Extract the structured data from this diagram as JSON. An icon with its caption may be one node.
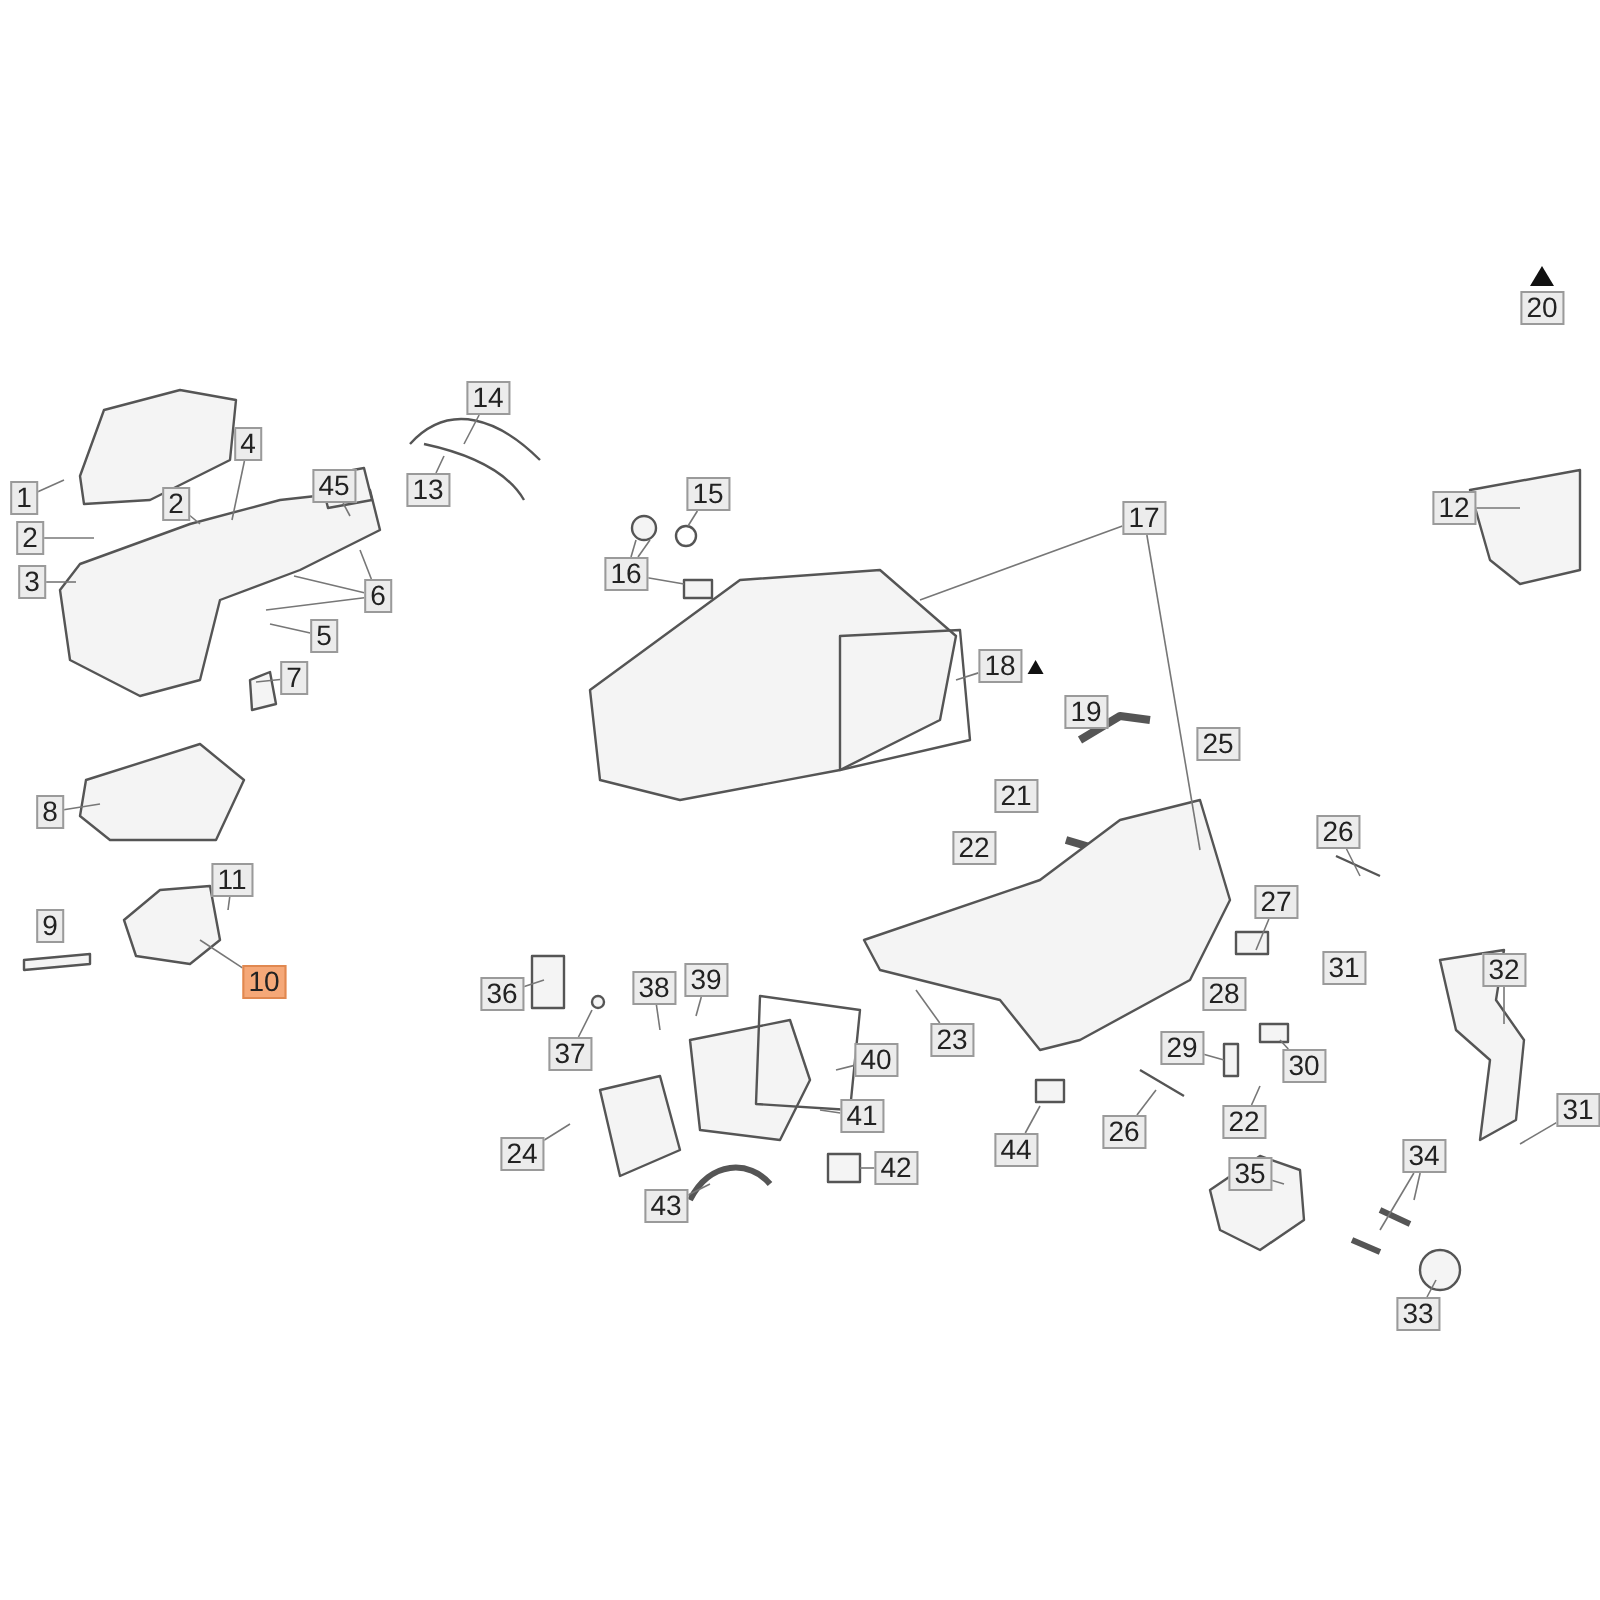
{
  "diagram": {
    "nodes": [
      {
        "text": [
          "14"
        ]
      },
      {
        "text": [
          "4"
        ]
      },
      {
        "text": [
          "2"
        ]
      },
      {
        "text": [
          "45"
        ]
      },
      {
        "text": [
          "13"
        ]
      },
      {
        "text": [
          "1"
        ]
      },
      {
        "text": [
          "12"
        ]
      },
      {
        "text": [
          "15"
        ]
      },
      {
        "text": [
          "17"
        ]
      },
      {
        "text": [
          "2"
        ]
      },
      {
        "text": [
          "16"
        ]
      },
      {
        "text": [
          "3"
        ]
      },
      {
        "text": [
          "6"
        ]
      },
      {
        "text": [
          "5"
        ]
      },
      {
        "text": [
          "18"
        ]
      },
      {
        "text": [
          "7"
        ]
      },
      {
        "text": [
          "8"
        ]
      },
      {
        "text": [
          "26"
        ]
      },
      {
        "text": [
          "11"
        ]
      },
      {
        "text": [
          "27"
        ]
      },
      {
        "text": [
          "10"
        ]
      },
      {
        "text": [
          "36"
        ]
      },
      {
        "text": [
          "38"
        ]
      },
      {
        "text": [
          "39"
        ]
      },
      {
        "text": [
          "32"
        ]
      },
      {
        "text": [
          "37"
        ]
      },
      {
        "text": [
          "29"
        ]
      },
      {
        "text": [
          "40"
        ]
      },
      {
        "text": [
          "30"
        ]
      },
      {
        "text": [
          "23"
        ]
      },
      {
        "text": [
          "22"
        ]
      },
      {
        "text": [
          "26"
        ]
      },
      {
        "text": [
          "41"
        ]
      },
      {
        "text": [
          "31"
        ]
      },
      {
        "text": [
          "24"
        ]
      },
      {
        "text": [
          "42"
        ]
      },
      {
        "text": [
          "35"
        ]
      },
      {
        "text": [
          "44"
        ]
      },
      {
        "text": [
          "34"
        ]
      },
      {
        "text": [
          "43"
        ]
      },
      {
        "text": [
          "33"
        ]
      },
      {
        "text": [
          "20"
        ]
      },
      {
        "text": [
          "19"
        ]
      },
      {
        "text": [
          "25"
        ]
      },
      {
        "text": [
          "21"
        ]
      },
      {
        "text": [
          "22"
        ]
      },
      {
        "text": [
          "9"
        ]
      },
      {
        "text": [
          "31"
        ]
      },
      {
        "text": [
          "28"
        ]
      }
    ],
    "edges": [
      {
        "from": 0,
        "to": null,
        "arrow": "none"
      },
      {
        "from": 1,
        "to": null,
        "arrow": "none"
      },
      {
        "from": 2,
        "to": null,
        "arrow": "none"
      },
      {
        "from": 3,
        "to": null,
        "arrow": "none"
      },
      {
        "from": 4,
        "to": null,
        "arrow": "none"
      },
      {
        "from": 5,
        "to": null,
        "arrow": "none"
      },
      {
        "from": 6,
        "to": null,
        "arrow": "none"
      },
      {
        "from": 7,
        "to": null,
        "arrow": "none"
      },
      {
        "from": 8,
        "to": null,
        "arrow": "none"
      },
      {
        "from": 8,
        "to": null,
        "arrow": "none"
      },
      {
        "from": 9,
        "to": null,
        "arrow": "none"
      },
      {
        "from": 10,
        "to": null,
        "arrow": "none"
      },
      {
        "from": 10,
        "to": null,
        "arrow": "none"
      },
      {
        "from": 10,
        "to": null,
        "arrow": "none"
      },
      {
        "from": 11,
        "to": null,
        "arrow": "none"
      },
      {
        "from": 12,
        "to": null,
        "arrow": "none"
      },
      {
        "from": 12,
        "to": null,
        "arrow": "none"
      },
      {
        "from": 12,
        "to": null,
        "arrow": "none"
      },
      {
        "from": 13,
        "to": null,
        "arrow": "none"
      },
      {
        "from": 14,
        "to": null,
        "arrow": "none"
      },
      {
        "from": 15,
        "to": null,
        "arrow": "none"
      },
      {
        "from": 16,
        "to": null,
        "arrow": "none"
      },
      {
        "from": 17,
        "to": null,
        "arrow": "none"
      },
      {
        "from": 18,
        "to": null,
        "arrow": "none"
      },
      {
        "from": 19,
        "to": null,
        "arrow": "none"
      },
      {
        "from": 20,
        "to": null,
        "arrow": "none"
      },
      {
        "from": 21,
        "to": null,
        "arrow": "none"
      },
      {
        "from": 22,
        "to": null,
        "arrow": "none"
      },
      {
        "from": 23,
        "to": null,
        "arrow": "none"
      },
      {
        "from": 24,
        "to": null,
        "arrow": "none"
      },
      {
        "from": 25,
        "to": null,
        "arrow": "none"
      },
      {
        "from": 26,
        "to": null,
        "arrow": "none"
      },
      {
        "from": 27,
        "to": null,
        "arrow": "none"
      },
      {
        "from": 28,
        "to": null,
        "arrow": "none"
      },
      {
        "from": 29,
        "to": null,
        "arrow": "none"
      },
      {
        "from": 30,
        "to": null,
        "arrow": "none"
      },
      {
        "from": 31,
        "to": null,
        "arrow": "none"
      },
      {
        "from": 32,
        "to": null,
        "arrow": "none"
      },
      {
        "from": 33,
        "to": null,
        "arrow": "none"
      },
      {
        "from": 34,
        "to": null,
        "arrow": "none"
      },
      {
        "from": 35,
        "to": null,
        "arrow": "none"
      },
      {
        "from": 36,
        "to": null,
        "arrow": "none"
      },
      {
        "from": 37,
        "to": null,
        "arrow": "none"
      },
      {
        "from": 38,
        "to": null,
        "arrow": "none"
      },
      {
        "from": 38,
        "to": null,
        "arrow": "none"
      },
      {
        "from": 39,
        "to": null,
        "arrow": "none"
      },
      {
        "from": 40,
        "to": null,
        "arrow": "none"
      }
    ]
  }
}
